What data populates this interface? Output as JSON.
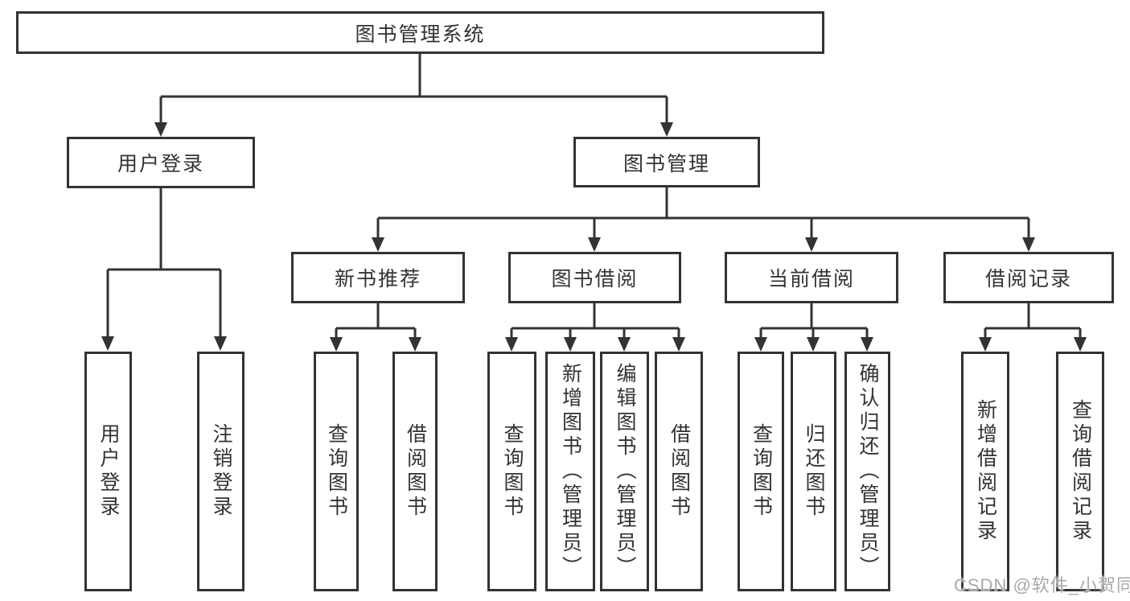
{
  "diagram_title": "图书管理系统",
  "tree": {
    "label": "图书管理系统",
    "children": [
      {
        "label": "用户登录",
        "children": [
          {
            "label": "用户登录"
          },
          {
            "label": "注销登录"
          }
        ]
      },
      {
        "label": "图书管理",
        "children": [
          {
            "label": "新书推荐",
            "children": [
              {
                "label": "查询图书"
              },
              {
                "label": "借阅图书"
              }
            ]
          },
          {
            "label": "图书借阅",
            "children": [
              {
                "label": "查询图书"
              },
              {
                "label": "新增图书（管理员）"
              },
              {
                "label": "编辑图书（管理员）"
              },
              {
                "label": "借阅图书"
              }
            ]
          },
          {
            "label": "当前借阅",
            "children": [
              {
                "label": "查询图书"
              },
              {
                "label": "归还图书"
              },
              {
                "label": "确认归还（管理员）"
              }
            ]
          },
          {
            "label": "借阅记录",
            "children": [
              {
                "label": "新增借阅记录"
              },
              {
                "label": "查询借阅记录"
              }
            ]
          }
        ]
      }
    ]
  },
  "watermark": {
    "text": "CSDN @软件_小贺同学"
  },
  "colors": {
    "line": "#333333",
    "box_border": "#333333",
    "box_fill": "#ffffff",
    "text": "#333333",
    "watermark": "#a9a9a9",
    "background": "#ffffff"
  }
}
